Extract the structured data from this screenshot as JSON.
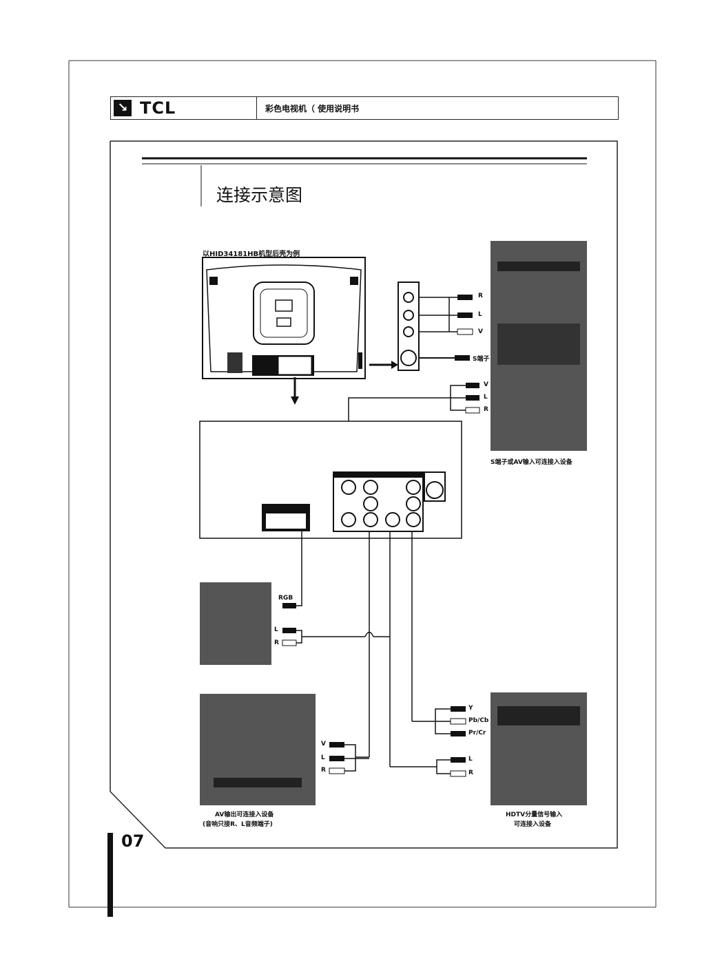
{
  "header": {
    "logo_icon": "tcl-arrow-logo",
    "brand": "TCL",
    "doc_title": "彩色电视机（ 使用说明书"
  },
  "section": {
    "title": "连接示意图",
    "model_caption": "以HID34181HB机型后壳为例"
  },
  "side_jacks": {
    "labels": [
      "R",
      "L",
      "V",
      "S端子"
    ]
  },
  "av_in_cables": {
    "labels": [
      "V",
      "L",
      "R"
    ]
  },
  "devices": {
    "s_av_input_caption": "S端子或AV输入可连接入设备",
    "rgb_device_labels": [
      "RGB",
      "L",
      "R"
    ],
    "av_output_labels": [
      "V",
      "L",
      "R"
    ],
    "av_output_caption_1": "AV输出可连接入设备",
    "av_output_caption_2": "(音响只接R、L音频端子)",
    "hdtv_labels": [
      "Y",
      "Pb/Cb",
      "Pr/Cr",
      "L",
      "R"
    ],
    "hdtv_caption_1": "HDTV分量信号输入",
    "hdtv_caption_2": "可连接入设备"
  },
  "footer": {
    "page_number": "07"
  }
}
